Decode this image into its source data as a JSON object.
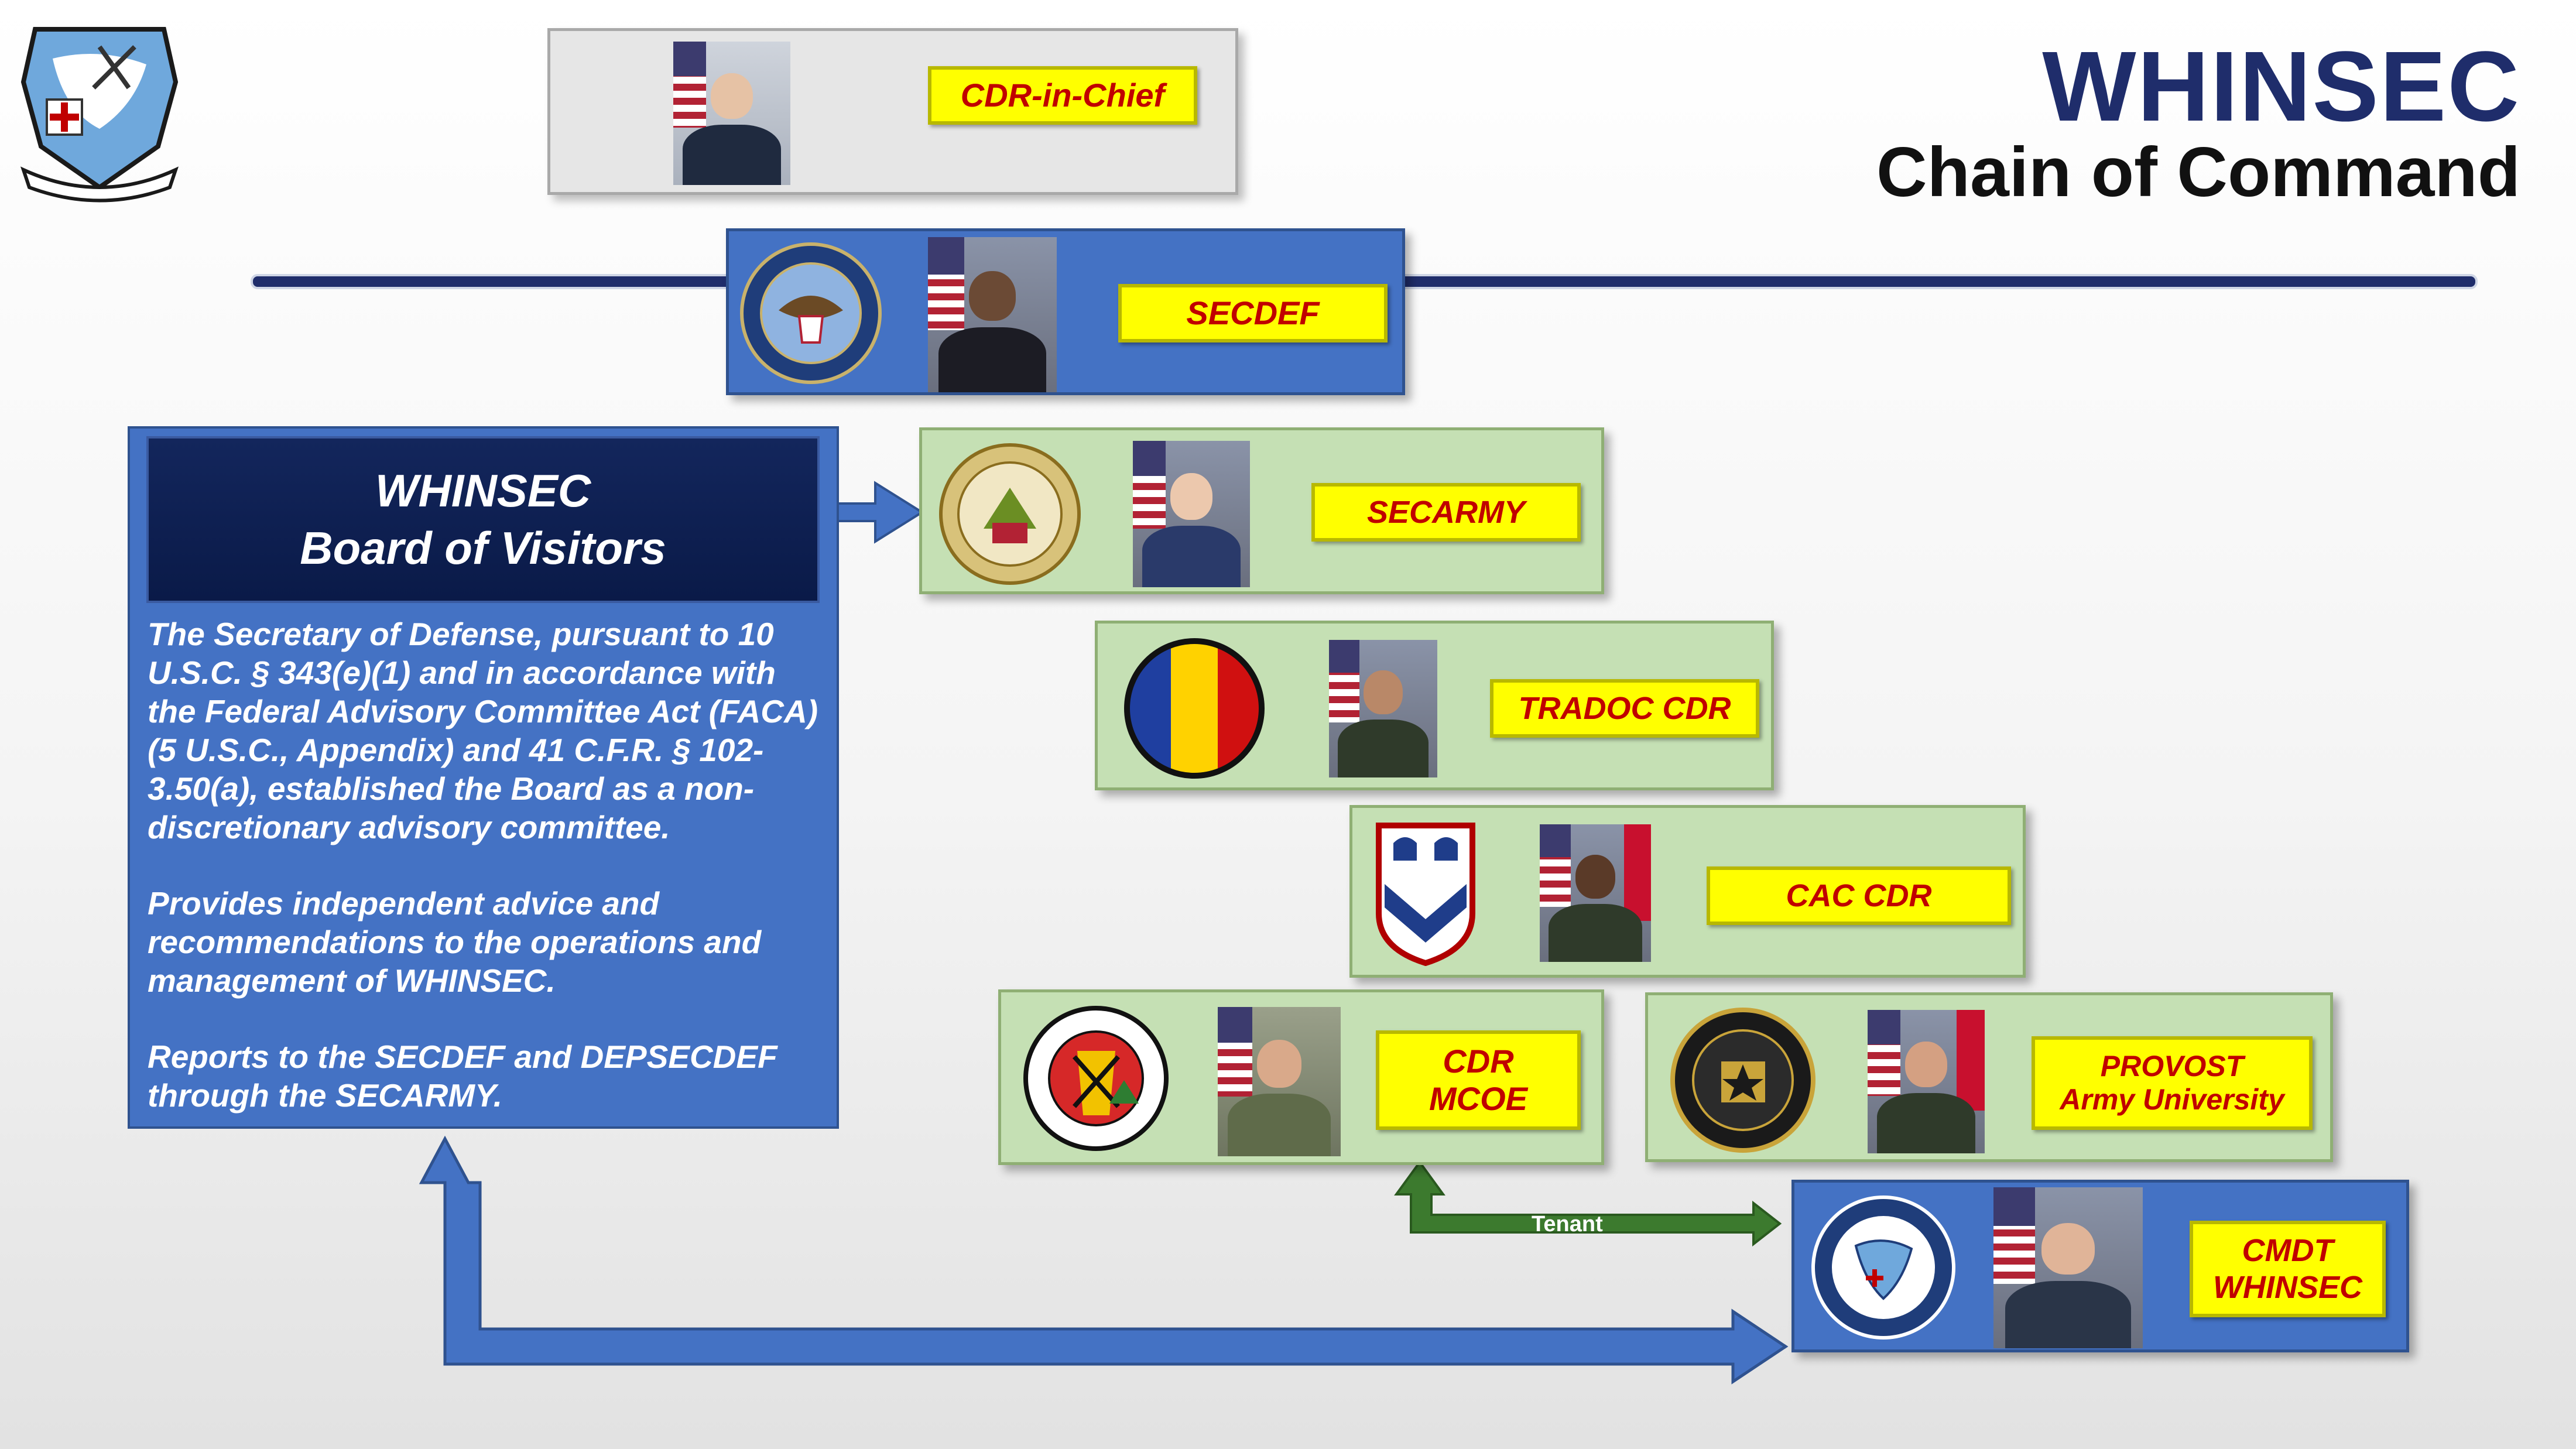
{
  "header": {
    "title": "WHINSEC",
    "subtitle": "Chain of Command"
  },
  "nodes": {
    "cdr_in_chief": {
      "label": "CDR-in-Chief"
    },
    "secdef": {
      "label": "SECDEF"
    },
    "secarmy": {
      "label": "SECARMY"
    },
    "tradoc": {
      "label": "TRADOC CDR"
    },
    "cac": {
      "label": "CAC CDR"
    },
    "mcoe": {
      "label_line1": "CDR",
      "label_line2": "MCOE"
    },
    "provost": {
      "label_line1": "PROVOST",
      "label_line2": "Army University"
    },
    "cmdt": {
      "label_line1": "CMDT",
      "label_line2": "WHINSEC"
    }
  },
  "board": {
    "title_line1": "WHINSEC",
    "title_line2": "Board of Visitors",
    "paragraphs": [
      "The Secretary of Defense, pursuant to 10 U.S.C. § 343(e)(1) and in accordance with the Federal Advisory Committee Act (FACA) (5 U.S.C., Appendix) and 41 C.F.R. § 102-3.50(a), established the Board as a non-discretionary advisory committee.",
      "Provides independent advice and recommendations to the operations and management of WHINSEC.",
      "Reports to the SECDEF and DEPSECDEF through the SECARMY."
    ]
  },
  "connectors": {
    "tenant_label": "Tenant"
  },
  "colors": {
    "title_navy": "#1f2d6b",
    "label_yellow": "#ffff00",
    "label_text_red": "#c00000",
    "blue_box": "#4472c4",
    "green_box": "#c5e0b4",
    "arrow_green": "#3c7a2e",
    "board_header": "#0f2257"
  },
  "icons": [
    "whinsec-crest-icon",
    "dod-seal-icon",
    "army-seal-icon",
    "tradoc-patch-icon",
    "cac-patch-icon",
    "mcoe-patch-icon",
    "army-university-seal-icon",
    "whinsec-seal-icon"
  ]
}
